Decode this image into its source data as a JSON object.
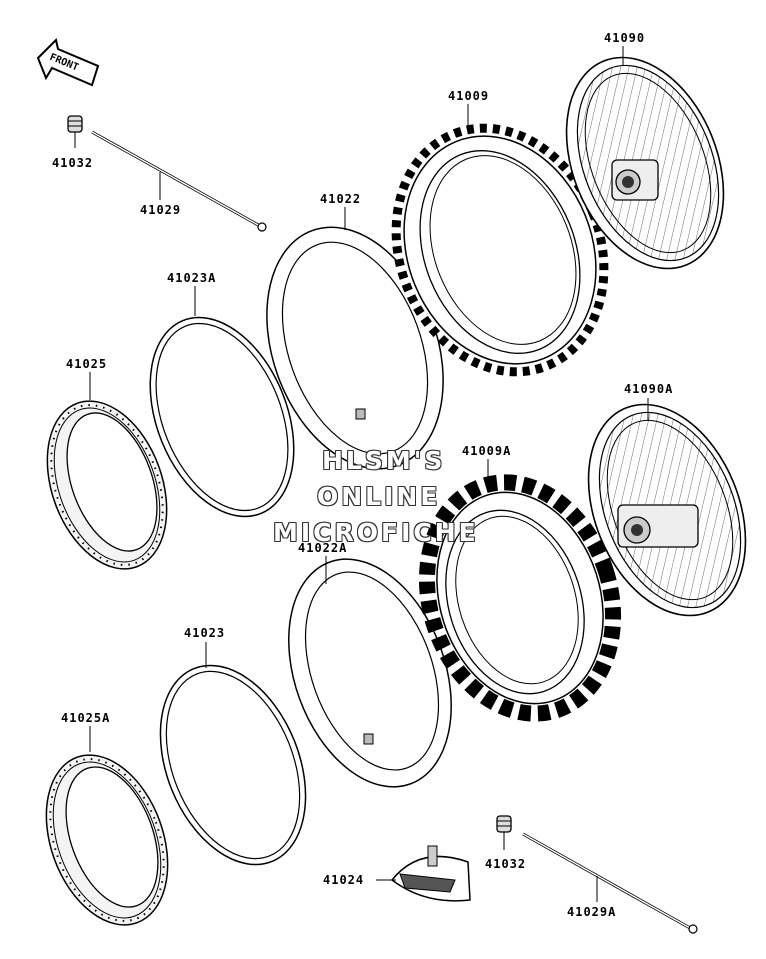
{
  "orientation": {
    "front_label": "FRONT"
  },
  "watermark": {
    "line1": "HLSM'S",
    "line2": "ONLINE",
    "line3": "MICROFICHE"
  },
  "parts": {
    "p41090": "41090",
    "p41009": "41009",
    "p41032_top": "41032",
    "p41029": "41029",
    "p41022": "41022",
    "p41023A": "41023A",
    "p41025": "41025",
    "p41090A": "41090A",
    "p41009A": "41009A",
    "p41022A": "41022A",
    "p41023": "41023",
    "p41025A": "41025A",
    "p41024": "41024",
    "p41032_bottom": "41032",
    "p41029A": "41029A"
  }
}
